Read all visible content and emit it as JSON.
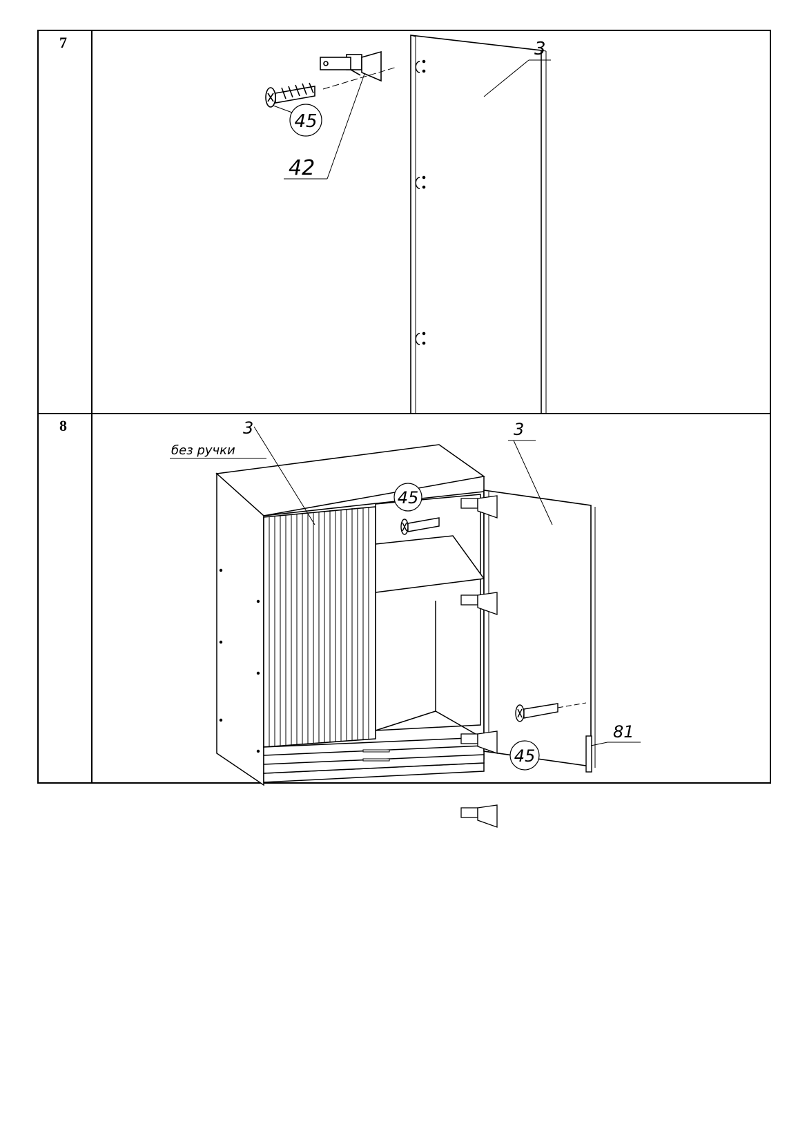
{
  "steps": [
    {
      "number": "7",
      "callouts": {
        "door": "3",
        "hinge": "42",
        "screw": "45"
      }
    },
    {
      "number": "8",
      "callouts": {
        "left_door": "3",
        "left_door_note": "без ручки",
        "right_door": "3",
        "screw_top": "45",
        "screw_bottom": "45",
        "handle": "81"
      }
    }
  ]
}
